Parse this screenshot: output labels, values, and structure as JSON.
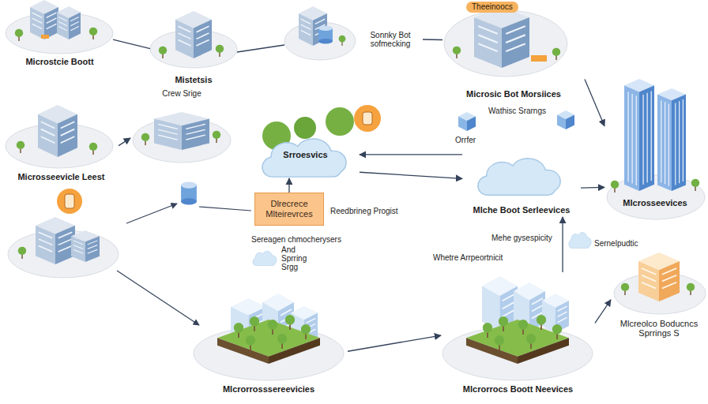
{
  "diagram": {
    "nodes": [
      {
        "text": [
          "Microstcie Boott"
        ]
      },
      {
        "text": [
          "Mistetsis"
        ]
      },
      {
        "text": [
          "Sonnky Bot sofmecking"
        ]
      },
      {
        "text": [
          "Microsic Bot Morsiices"
        ]
      },
      {
        "text": [
          "Microsseevicle Leest"
        ]
      },
      {
        "text": [
          "Crew Srige"
        ]
      },
      {
        "text": [
          "Srroesvics"
        ]
      },
      {
        "text": [
          "Mlche Boot Serleevices"
        ]
      },
      {
        "text": [
          "Mlcrosseevices"
        ]
      },
      {
        "text": [
          "Dlrecrece Mlteirevrces"
        ]
      },
      {
        "text": [
          "Mlcrorrosssereevicies"
        ]
      },
      {
        "text": [
          "Mlcrorrocs Boott Neevices"
        ]
      },
      {
        "text": [
          "Mlcreolco Boducncs Sprrings S"
        ]
      }
    ],
    "edges": [
      {
        "from": 0,
        "to": 1,
        "arrow": "none"
      },
      {
        "from": 1,
        "to": 2,
        "arrow": "none"
      },
      {
        "from": 2,
        "to": 3,
        "arrow": "none"
      },
      {
        "from": 3,
        "to": 8,
        "arrow": "to"
      },
      {
        "from": 4,
        "to": 5,
        "arrow": "to"
      },
      {
        "from": 7,
        "to": 6,
        "arrow": "to"
      },
      {
        "from": 6,
        "to": 7,
        "arrow": "to"
      },
      {
        "from": 7,
        "to": 8,
        "arrow": "to"
      },
      {
        "from": 9,
        "to": 6,
        "arrow": "to"
      },
      {
        "from": 10,
        "to": 11,
        "arrow": "to"
      },
      {
        "from": 11,
        "to": 7,
        "arrow": "to"
      },
      {
        "from": 11,
        "to": 12,
        "arrow": "to"
      }
    ],
    "labels": [
      "Theeinoocs",
      "Wathisc Srarngs",
      "Orrfer",
      "Reedbrineg Progist",
      "Sereagen chmocherysers",
      "And",
      "Sprring",
      "Srgg",
      "Mehe gysespicity",
      "Sernelpudtic",
      "Whetre Arrpeortnicit"
    ]
  }
}
